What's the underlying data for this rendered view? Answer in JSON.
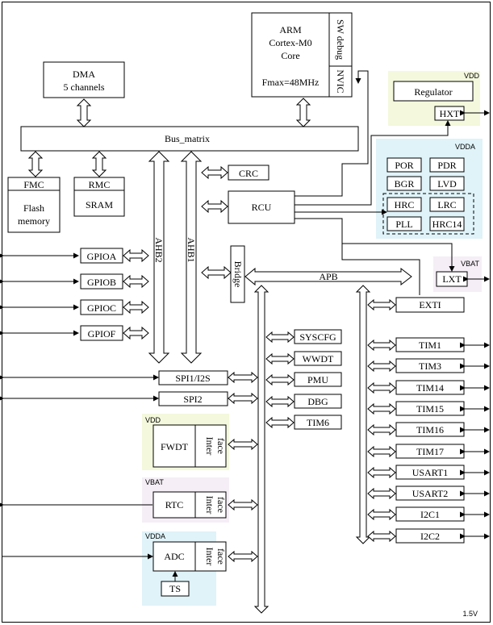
{
  "cpu": {
    "arm": "ARM",
    "core_name": "Cortex-M0",
    "core": "Core",
    "fmax": "Fmax=48MHz",
    "sw_debug": "SW debug",
    "nvic": "NVIC"
  },
  "dma": {
    "line1": "DMA",
    "line2": "5 channels"
  },
  "bus_matrix": "Bus_matrix",
  "fmc": {
    "title": "FMC",
    "line1": "Flash",
    "line2": "memory"
  },
  "rmc": {
    "title": "RMC",
    "body": "SRAM"
  },
  "ahb2": "AHB2",
  "ahb1": "AHB1",
  "crc": "CRC",
  "rcu": "RCU",
  "bridge": "Bridge",
  "apb": "APB",
  "gpio": [
    "GPIOA",
    "GPIOB",
    "GPIOC",
    "GPIOF"
  ],
  "spi": [
    "SPI1/I2S",
    "SPI2"
  ],
  "apb_left": [
    "SYSCFG",
    "WWDT",
    "PMU",
    "DBG",
    "TIM6"
  ],
  "exti": "EXTI",
  "timers": [
    "TIM1",
    "TIM3",
    "TIM14",
    "TIM15",
    "TIM16",
    "TIM17",
    "USART1",
    "USART2",
    "I2C1",
    "I2C2"
  ],
  "vdd_domain": {
    "label": "VDD",
    "regulator": "Regulator",
    "hxt": "HXT"
  },
  "vdda_domain": {
    "label": "VDDA",
    "items": [
      "POR",
      "PDR",
      "BGR",
      "LVD"
    ],
    "osc": [
      "HRC",
      "LRC",
      "PLL",
      "HRC14"
    ]
  },
  "vbat_lxt": {
    "label": "VBAT",
    "lxt": "LXT"
  },
  "fwdt": {
    "domain": "VDD",
    "name": "FWDT",
    "iface1": "Inter",
    "iface2": "face"
  },
  "rtc": {
    "domain": "VBAT",
    "name": "RTC",
    "iface1": "Inter",
    "iface2": "face"
  },
  "adc": {
    "domain": "VDDA",
    "name": "ADC",
    "iface1": "Inter",
    "iface2": "face",
    "ts": "TS"
  },
  "version": "1.5V",
  "colors": {
    "vdd_bg": "#f4f8dc",
    "vdda_bg": "#dff3f8",
    "vbat_bg": "#f5eef6"
  }
}
